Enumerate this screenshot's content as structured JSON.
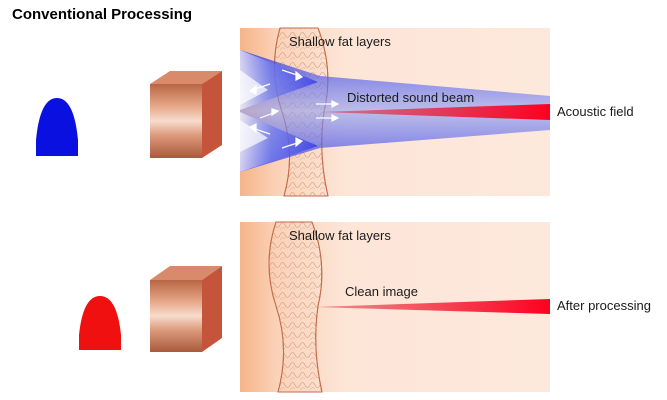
{
  "title": "Conventional Processing",
  "top_panel": {
    "fat_label": "Shallow fat layers",
    "beam_label": "Distorted sound beam",
    "field_label": "Acoustic field",
    "pulse_color": "#0a10e0"
  },
  "bottom_panel": {
    "fat_label": "Shallow fat layers",
    "beam_label": "Clean image",
    "field_label": "After processing",
    "pulse_color": "#f01010"
  },
  "colors": {
    "tissue_bg": "#fde6d8",
    "fat_band": "#f7b991",
    "transducer_face": "#c7694e",
    "beam_blue": "#3340e8",
    "beam_red": "#e01020"
  }
}
